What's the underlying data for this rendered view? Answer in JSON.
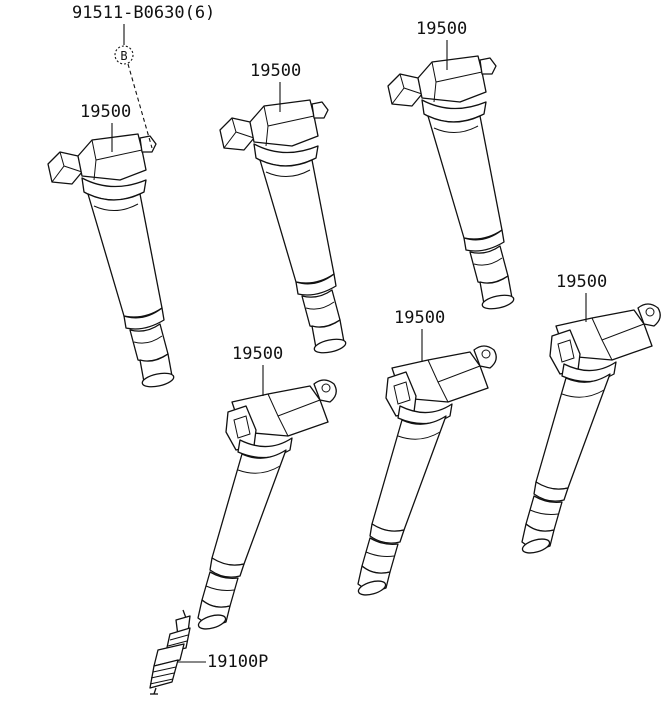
{
  "parts": {
    "bolt": {
      "label": "91511-B0630(6)",
      "callout": "B"
    },
    "coils": [
      {
        "label": "19500"
      },
      {
        "label": "19500"
      },
      {
        "label": "19500"
      },
      {
        "label": "19500"
      },
      {
        "label": "19500"
      },
      {
        "label": "19500"
      }
    ],
    "spark_plug": {
      "label": "19100P"
    }
  },
  "colors": {
    "ink": "#111111",
    "background": "#ffffff"
  }
}
